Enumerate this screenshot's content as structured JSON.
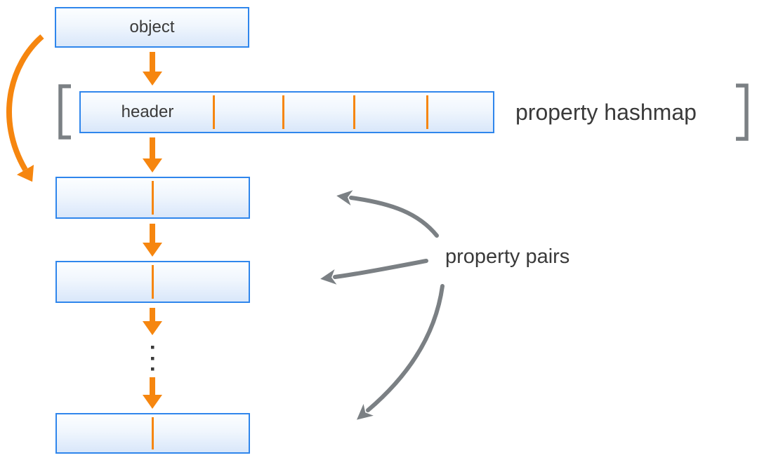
{
  "diagram": {
    "object_box": {
      "label": "object"
    },
    "hashmap": {
      "header_label": "header",
      "caption": "property hashmap",
      "slot_count": 5
    },
    "pairs": {
      "caption": "property pairs",
      "box_count": 3
    },
    "colors": {
      "accent_orange": "#F6860F",
      "box_border_blue": "#2F86EC",
      "box_fill_top": "#FBFDFF",
      "box_fill_bottom": "#D9E7FA",
      "connector_gray": "#7B8084",
      "text": "#3A3A3A"
    }
  }
}
